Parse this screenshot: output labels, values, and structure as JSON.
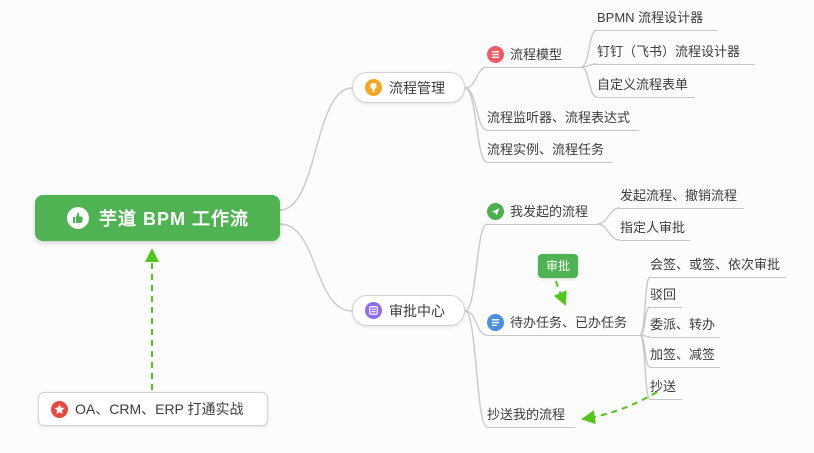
{
  "root": {
    "label": "芋道 BPM 工作流"
  },
  "process_management": {
    "label": "流程管理",
    "model": {
      "label": "流程模型"
    },
    "model_children": {
      "bpmn": "BPMN 流程设计器",
      "dingtalk": "钉钉（飞书）流程设计器",
      "custom_form": "自定义流程表单"
    },
    "listener": "流程监听器、流程表达式",
    "instance": "流程实例、流程任务"
  },
  "approval_center": {
    "label": "审批中心",
    "my_initiated": {
      "label": "我发起的流程"
    },
    "my_initiated_children": {
      "start_cancel": "发起流程、撤销流程",
      "assignee": "指定人审批"
    },
    "approval_badge": "审批",
    "tasks": {
      "label": "待办任务、已办任务"
    },
    "tasks_children": {
      "countersign": "会签、或签、依次审批",
      "reject": "驳回",
      "delegate": "委派、转办",
      "addsign": "加签、减签",
      "cc": "抄送"
    },
    "cc_my_process": "抄送我的流程"
  },
  "practice": {
    "label": "OA、CRM、ERP 打通实战"
  },
  "colors": {
    "root_green": "#4fb354",
    "arrow_green": "#52c41a",
    "connector_gray": "#c9c9c9",
    "orange_icon": "#f5a623",
    "purple_icon": "#8f6bf6",
    "red_icon": "#ee5b63",
    "green_icon": "#4caf50",
    "blue_icon": "#4a90e2",
    "star_red": "#e8483f"
  }
}
